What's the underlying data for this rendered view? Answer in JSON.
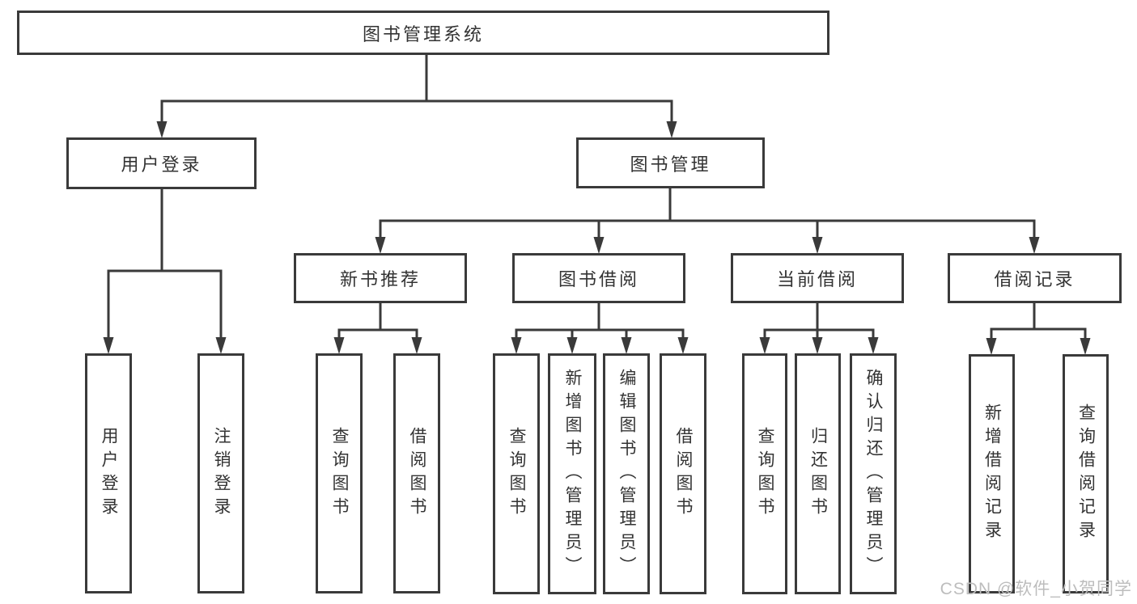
{
  "diagram": {
    "root": {
      "label": "图书管理系统",
      "children": [
        {
          "label": "用户登录",
          "children": [
            {
              "label": "用户登录"
            },
            {
              "label": "注销登录"
            }
          ]
        },
        {
          "label": "图书管理",
          "children": [
            {
              "label": "新书推荐",
              "children": [
                {
                  "label": "查询图书"
                },
                {
                  "label": "借阅图书"
                }
              ]
            },
            {
              "label": "图书借阅",
              "children": [
                {
                  "label": "查询图书"
                },
                {
                  "label": "新增图书（管理员）"
                },
                {
                  "label": "编辑图书（管理员）"
                },
                {
                  "label": "借阅图书"
                }
              ]
            },
            {
              "label": "当前借阅",
              "children": [
                {
                  "label": "查询图书"
                },
                {
                  "label": "归还图书"
                },
                {
                  "label": "确认归还（管理员）"
                }
              ]
            },
            {
              "label": "借阅记录",
              "children": [
                {
                  "label": "新增借阅记录"
                },
                {
                  "label": "查询借阅记录"
                }
              ]
            }
          ]
        }
      ]
    }
  },
  "watermark": {
    "text": "CSDN @软件_小贺同学"
  },
  "colors": {
    "line": "#3a3a3a",
    "text": "#333333",
    "background": "#ffffff",
    "watermark": "#bdbdbd"
  }
}
